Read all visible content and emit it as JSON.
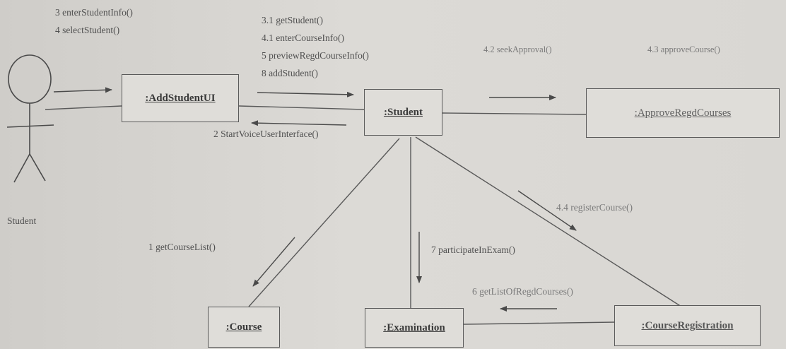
{
  "actor": {
    "name": "Student"
  },
  "objects": {
    "add_student_ui": ":AddStudentUI",
    "student": ":Student",
    "approve_regd_courses": ":ApproveRegdCourses",
    "course": ":Course",
    "examination": ":Examination",
    "course_registration": ":CourseRegistration"
  },
  "messages": {
    "actor_to_ui": [
      "3  enterStudentInfo()",
      "4  selectStudent()"
    ],
    "ui_to_student": [
      "3.1 getStudent()",
      "4.1 enterCourseInfo()",
      "5  previewRegdCourseInfo()",
      "8  addStudent()"
    ],
    "student_to_ui": "2  StartVoiceUserInterface()",
    "student_to_approve": [
      "4.2 seekApproval()",
      "4.3 approveCourse()"
    ],
    "student_to_course": "1  getCourseList()",
    "student_to_examination": "7  participateInExam()",
    "student_to_registration": "4.4 registerCourse()",
    "registration_to_examination": "6  getListOfRegdCourses()"
  }
}
